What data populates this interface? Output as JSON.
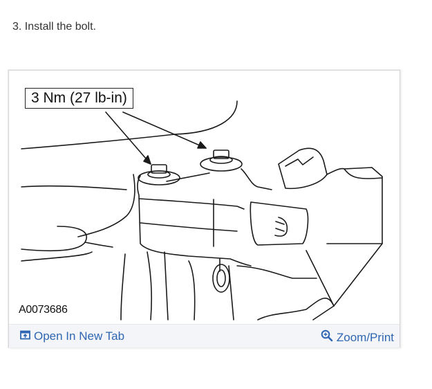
{
  "step": {
    "text": "3. Install the bolt."
  },
  "figure": {
    "callout": "3 Nm (27 lb-in)",
    "figure_id": "A0073686",
    "alt": "Line drawing of sensor with two bolts, torque specification callout"
  },
  "actions": {
    "open_new_tab": {
      "label": "Open In New Tab",
      "icon": "open-new-tab-icon"
    },
    "zoom_print": {
      "label": "Zoom/Print",
      "icon": "zoom-in-icon"
    }
  },
  "colors": {
    "link": "#2f66b3",
    "text": "#333333",
    "bar_bg": "#f3f5f8",
    "border": "#d6d6d6"
  }
}
